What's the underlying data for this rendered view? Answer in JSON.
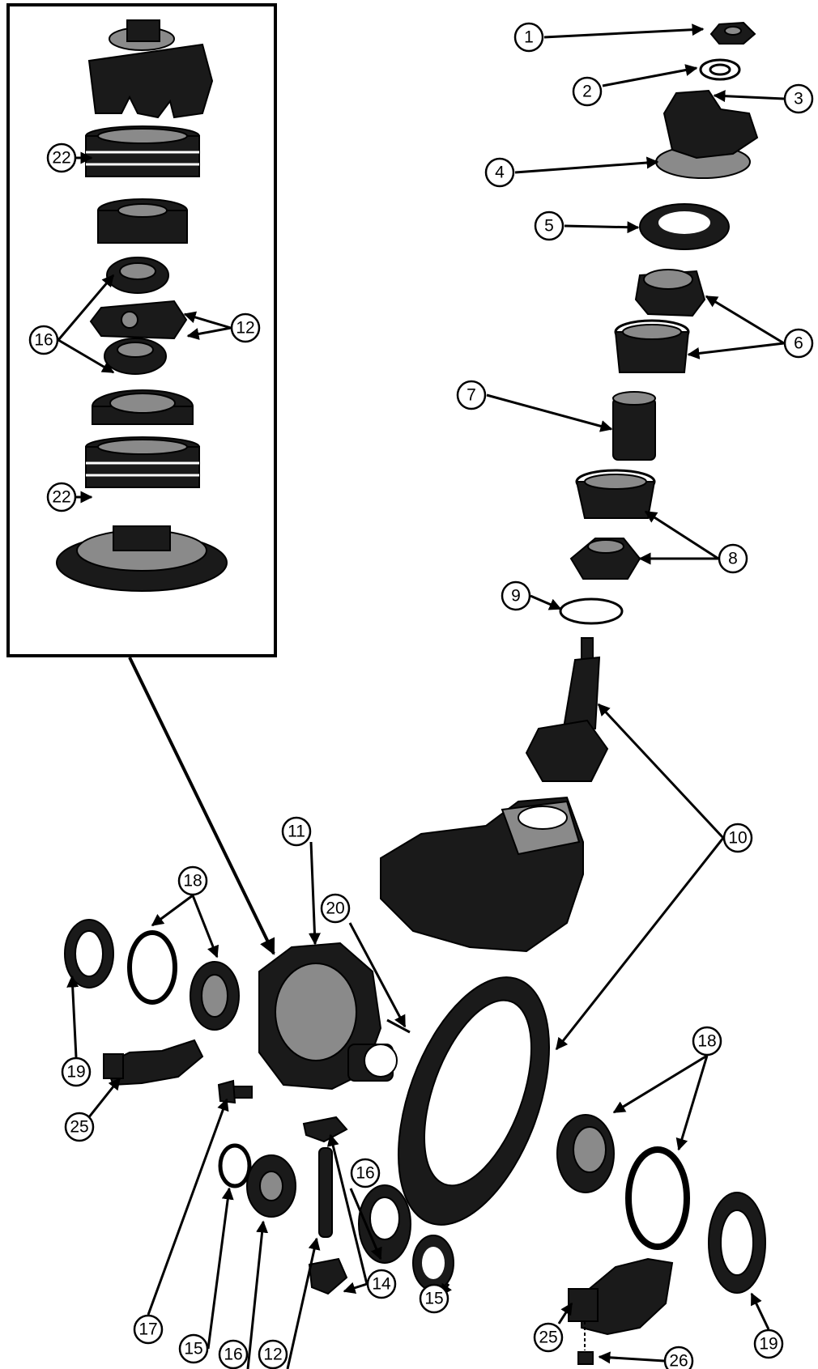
{
  "callouts": [
    {
      "id": "c1",
      "label": "1"
    },
    {
      "id": "c2",
      "label": "2"
    },
    {
      "id": "c3",
      "label": "3"
    },
    {
      "id": "c4",
      "label": "4"
    },
    {
      "id": "c5",
      "label": "5"
    },
    {
      "id": "c6",
      "label": "6"
    },
    {
      "id": "c7",
      "label": "7"
    },
    {
      "id": "c8",
      "label": "8"
    },
    {
      "id": "c9",
      "label": "9"
    },
    {
      "id": "c10",
      "label": "10"
    },
    {
      "id": "c11",
      "label": "11"
    },
    {
      "id": "c12a",
      "label": "12"
    },
    {
      "id": "c12b",
      "label": "12"
    },
    {
      "id": "c14",
      "label": "14"
    },
    {
      "id": "c15a",
      "label": "15"
    },
    {
      "id": "c15b",
      "label": "15"
    },
    {
      "id": "c16a",
      "label": "16"
    },
    {
      "id": "c16b",
      "label": "16"
    },
    {
      "id": "c16c",
      "label": "16"
    },
    {
      "id": "c17",
      "label": "17"
    },
    {
      "id": "c18a",
      "label": "18"
    },
    {
      "id": "c18b",
      "label": "18"
    },
    {
      "id": "c19a",
      "label": "19"
    },
    {
      "id": "c19b",
      "label": "19"
    },
    {
      "id": "c20",
      "label": "20"
    },
    {
      "id": "c22a",
      "label": "22"
    },
    {
      "id": "c22b",
      "label": "22"
    },
    {
      "id": "c25a",
      "label": "25"
    },
    {
      "id": "c25b",
      "label": "25"
    },
    {
      "id": "c26",
      "label": "26"
    }
  ]
}
